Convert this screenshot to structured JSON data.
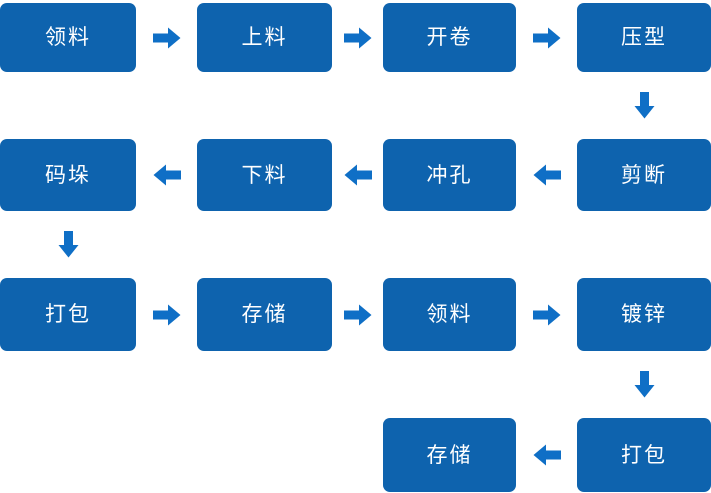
{
  "diagram": {
    "name": "production-process-flowchart",
    "colors": {
      "background": "#FFFFFF",
      "box_fill": "#0E63AE",
      "arrow_fill": "#0F6FC6",
      "text": "#FFFFFF"
    },
    "nodes": [
      {
        "id": "n1",
        "label": "领料",
        "row": 1,
        "col": 1
      },
      {
        "id": "n2",
        "label": "上料",
        "row": 1,
        "col": 2
      },
      {
        "id": "n3",
        "label": "开卷",
        "row": 1,
        "col": 3
      },
      {
        "id": "n4",
        "label": "压型",
        "row": 1,
        "col": 4
      },
      {
        "id": "n5",
        "label": "剪断",
        "row": 2,
        "col": 4
      },
      {
        "id": "n6",
        "label": "冲孔",
        "row": 2,
        "col": 3
      },
      {
        "id": "n7",
        "label": "下料",
        "row": 2,
        "col": 2
      },
      {
        "id": "n8",
        "label": "码垛",
        "row": 2,
        "col": 1
      },
      {
        "id": "n9",
        "label": "打包",
        "row": 3,
        "col": 1
      },
      {
        "id": "n10",
        "label": "存储",
        "row": 3,
        "col": 2
      },
      {
        "id": "n11",
        "label": "领料",
        "row": 3,
        "col": 3
      },
      {
        "id": "n12",
        "label": "镀锌",
        "row": 3,
        "col": 4
      },
      {
        "id": "n13",
        "label": "打包",
        "row": 4,
        "col": 4
      },
      {
        "id": "n14",
        "label": "存储",
        "row": 4,
        "col": 3
      }
    ],
    "arrows": [
      {
        "from": "n1",
        "to": "n2",
        "direction": "right",
        "row": 1,
        "between_cols": [
          1,
          2
        ]
      },
      {
        "from": "n2",
        "to": "n3",
        "direction": "right",
        "row": 1,
        "between_cols": [
          2,
          3
        ]
      },
      {
        "from": "n3",
        "to": "n4",
        "direction": "right",
        "row": 1,
        "between_cols": [
          3,
          4
        ]
      },
      {
        "from": "n4",
        "to": "n5",
        "direction": "down",
        "col": 4,
        "between_rows": [
          1,
          2
        ]
      },
      {
        "from": "n5",
        "to": "n6",
        "direction": "left",
        "row": 2,
        "between_cols": [
          3,
          4
        ]
      },
      {
        "from": "n6",
        "to": "n7",
        "direction": "left",
        "row": 2,
        "between_cols": [
          2,
          3
        ]
      },
      {
        "from": "n7",
        "to": "n8",
        "direction": "left",
        "row": 2,
        "between_cols": [
          1,
          2
        ]
      },
      {
        "from": "n8",
        "to": "n9",
        "direction": "down",
        "col": 1,
        "between_rows": [
          2,
          3
        ]
      },
      {
        "from": "n9",
        "to": "n10",
        "direction": "right",
        "row": 3,
        "between_cols": [
          1,
          2
        ]
      },
      {
        "from": "n10",
        "to": "n11",
        "direction": "right",
        "row": 3,
        "between_cols": [
          2,
          3
        ]
      },
      {
        "from": "n11",
        "to": "n12",
        "direction": "right",
        "row": 3,
        "between_cols": [
          3,
          4
        ]
      },
      {
        "from": "n12",
        "to": "n13",
        "direction": "down",
        "col": 4,
        "between_rows": [
          3,
          4
        ]
      },
      {
        "from": "n13",
        "to": "n14",
        "direction": "left",
        "row": 4,
        "between_cols": [
          3,
          4
        ]
      }
    ]
  }
}
